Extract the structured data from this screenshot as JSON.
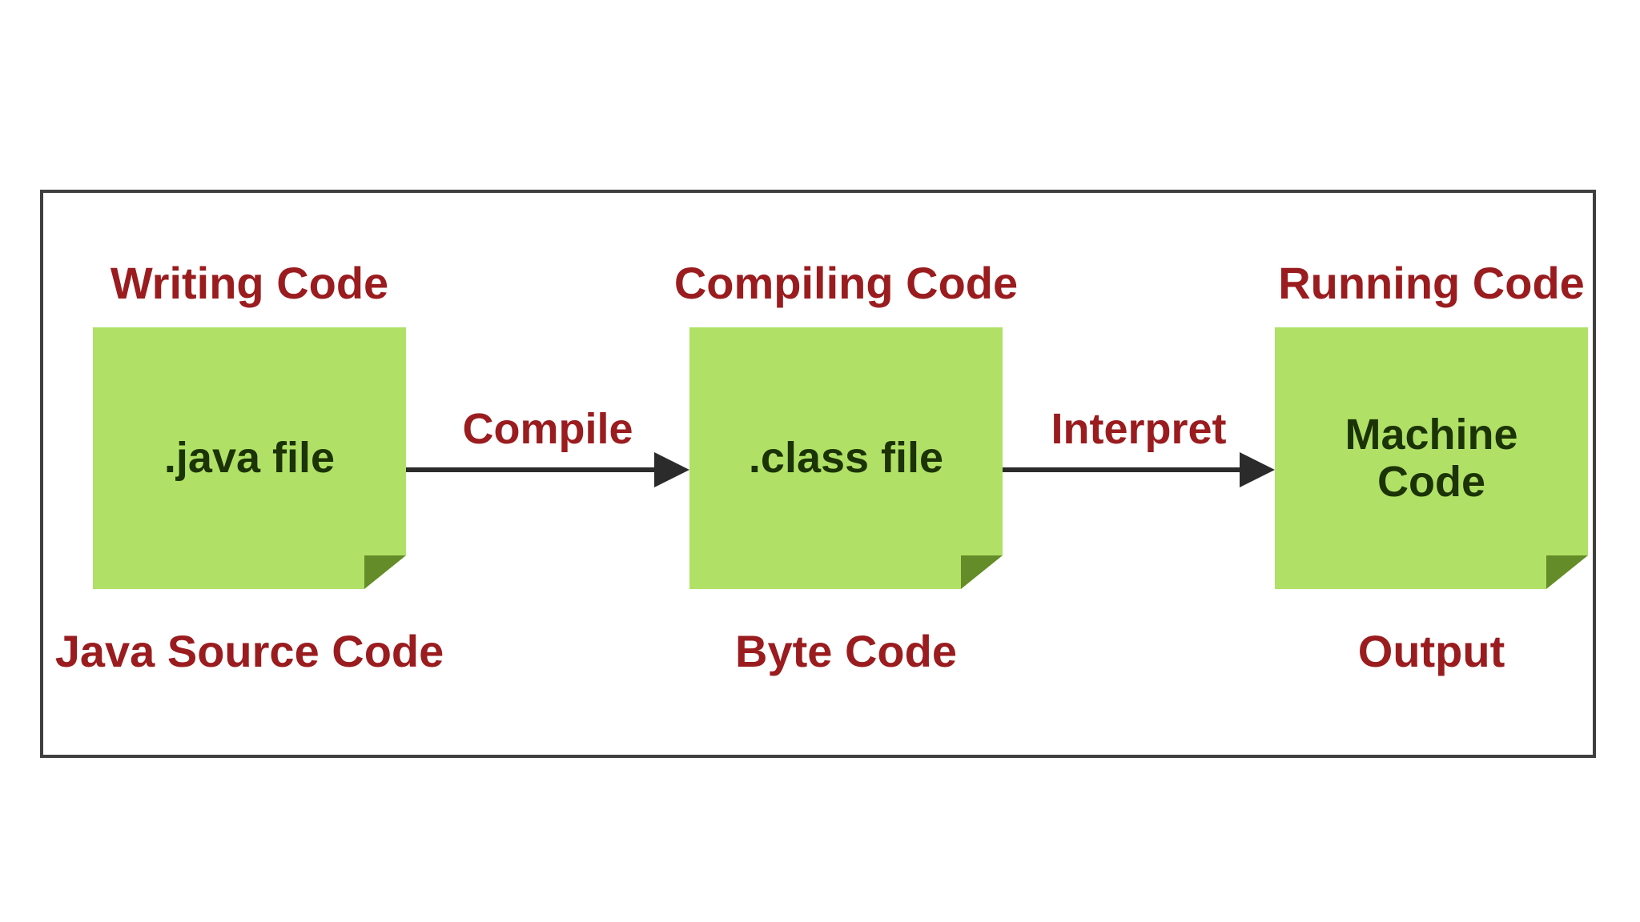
{
  "diagram": {
    "title_implicit": "Java compilation and execution flow",
    "stages": [
      {
        "header": "Writing Code",
        "note": ".java file",
        "caption": "Java Source Code"
      },
      {
        "header": "Compiling Code",
        "note": ".class file",
        "caption": "Byte Code"
      },
      {
        "header": "Running Code",
        "note": "Machine Code",
        "caption": "Output"
      }
    ],
    "arrows": [
      {
        "label": "Compile"
      },
      {
        "label": "Interpret"
      }
    ],
    "colors": {
      "note_fill": "#b0e166",
      "note_fold": "#648c28",
      "note_text": "#1b3306",
      "label_red": "#9a1c1f",
      "arrow_color": "#2b2b2b",
      "frame_border": "#3f3f3f",
      "background": "#ffffff"
    }
  }
}
